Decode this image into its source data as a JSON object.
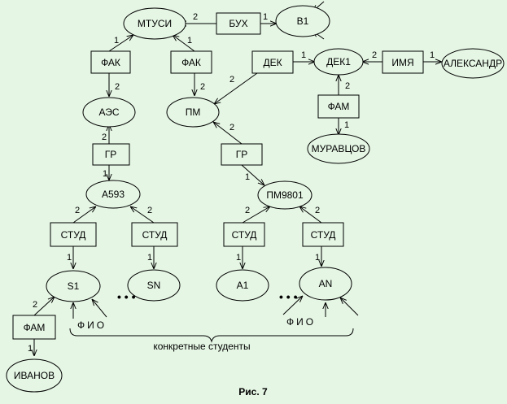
{
  "colors": {
    "background": "#e5f6e4",
    "stroke": "#000000"
  },
  "nodes": {
    "mtusi": "МТУСИ",
    "buh": "БУХ",
    "v1": "В1",
    "fak_left": "ФАК",
    "fak_right": "ФАК",
    "dek": "ДЕК",
    "dek1": "ДЕК1",
    "imya": "ИМЯ",
    "aleksandr": "АЛЕКСАНДР",
    "aes": "АЭС",
    "pm": "ПМ",
    "fam_right": "ФАМ",
    "muravtsov": "МУРАВЦОВ",
    "gr_left": "ГР",
    "gr_right": "ГР",
    "a593": "А593",
    "pm9801": "ПМ9801",
    "stud_1": "СТУД",
    "stud_2": "СТУД",
    "stud_3": "СТУД",
    "stud_4": "СТУД",
    "s1": "S1",
    "sn": "SN",
    "a1": "A1",
    "an": "AN",
    "fam_left": "ФАМ",
    "ivanov": "ИВАНОВ"
  },
  "edge_labels": {
    "mtusi_buh": "2",
    "buh_v1": "1",
    "fakl_mtusi": "1",
    "fakr_mtusi": "1",
    "fakl_aes": "2",
    "fakr_pm": "2",
    "dek_dek1": "1",
    "dek_pm": "2",
    "imya_dek1": "2",
    "imya_aleksandr": "1",
    "fam_dek1": "2",
    "fam_muravtsov": "1",
    "grl_aes": "2",
    "grl_a593": "1",
    "grr_pm": "2",
    "grr_pm9801": "1",
    "stud1_a593": "2",
    "stud2_a593": "2",
    "stud1_s1": "1",
    "stud2_sn": "1",
    "stud3_pm9801": "2",
    "stud4_pm9801": "2",
    "stud3_a1": "1",
    "stud4_an": "1",
    "faml_s1": "2",
    "faml_ivanov": "1"
  },
  "ellipsis_left": "• • •",
  "ellipsis_right": "• • •",
  "fio_left": "ФИО",
  "fio_right": "ФИО",
  "brace_caption": "конкретные студенты",
  "figure_caption": "Рис. 7"
}
